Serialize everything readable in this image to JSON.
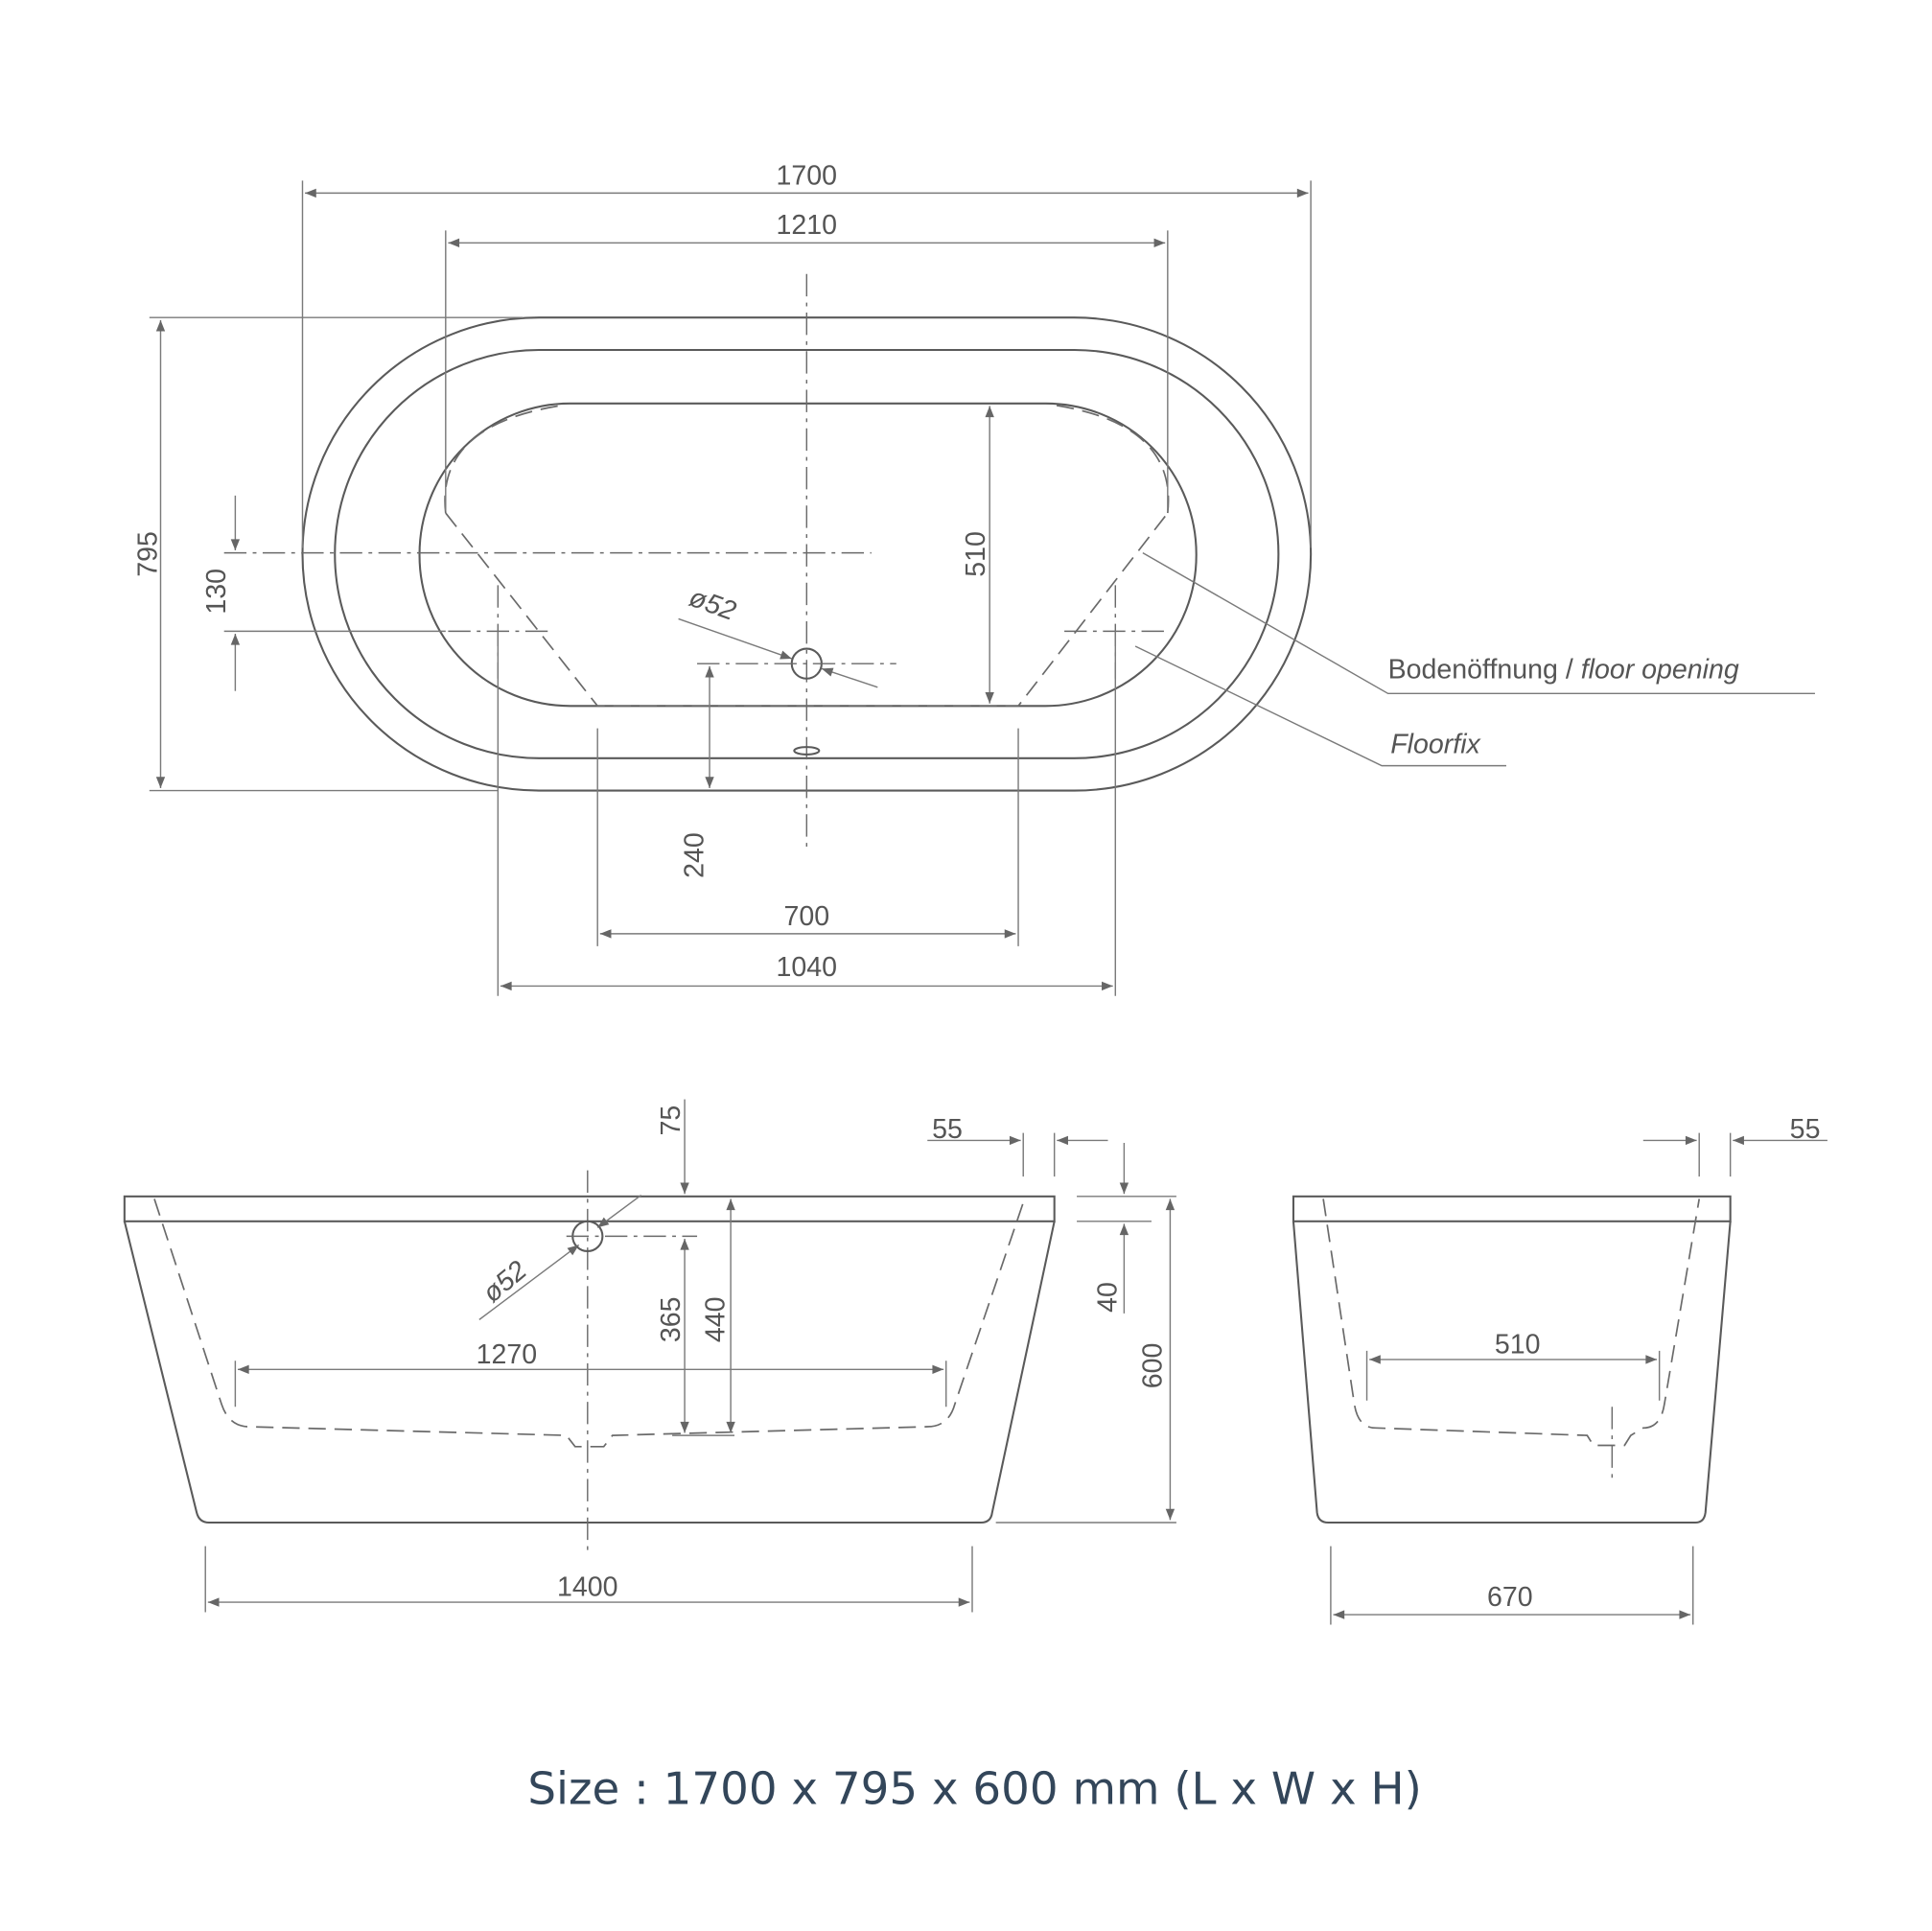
{
  "top_view": {
    "dims": {
      "length": "1700",
      "inner_length": "1210",
      "width": "795",
      "offset": "130",
      "basin_width": "510",
      "drain_offset": "240",
      "floor_width": "700",
      "floorfix_spacing": "1040",
      "drain_diameter": "ø52"
    },
    "labels": {
      "floor_opening_de": "Bodenöffnung /",
      "floor_opening_en": "floor opening",
      "floorfix": "Floorfix"
    }
  },
  "side_view": {
    "dims": {
      "overflow_top": "75",
      "rim_left": "55",
      "rim_height": "40",
      "height": "600",
      "overflow_diameter": "ø52",
      "overflow_to_floor": "365",
      "depth": "440",
      "floor_length": "1270",
      "base_length": "1400"
    }
  },
  "end_view": {
    "dims": {
      "rim": "55",
      "floor_width": "510",
      "base_width": "670"
    }
  },
  "caption": "Size : 1700 x 795 x 600 mm (L x W x H)"
}
